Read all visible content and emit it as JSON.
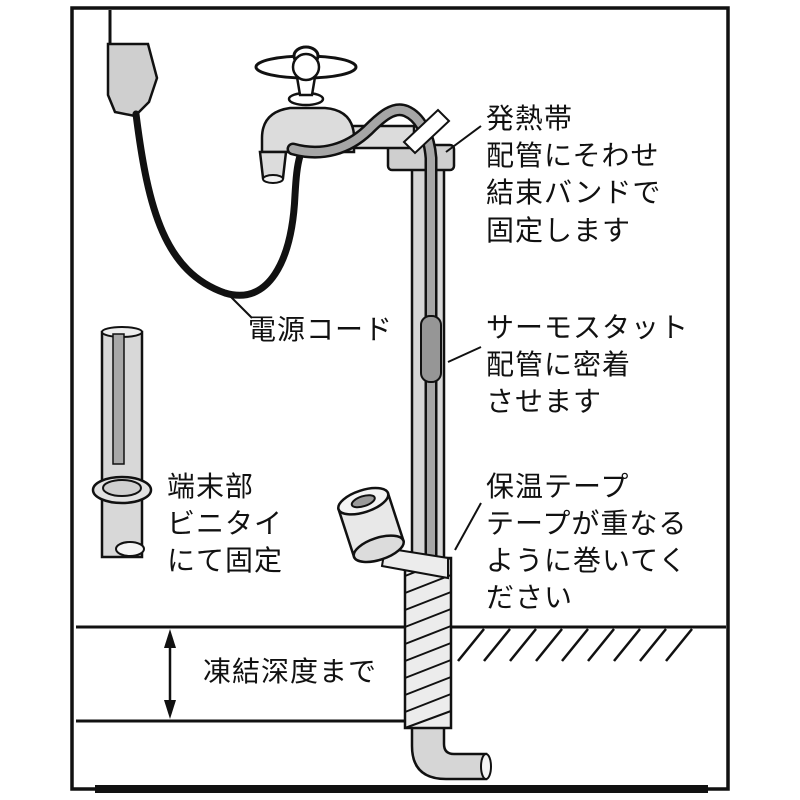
{
  "figure": {
    "type": "installation-instruction-diagram",
    "labels": {
      "heating_band": {
        "line1": "発熱帯",
        "line2": "配管にそわせ",
        "line3": "結束バンドで",
        "line4": "固定します"
      },
      "power_cord": {
        "text": "電源コード"
      },
      "thermostat": {
        "line1": "サーモスタット",
        "line2": "配管に密着",
        "line3": "させます"
      },
      "insulation_tape": {
        "line1": "保温テープ",
        "line2": "テープが重なる",
        "line3": "ように巻いてく",
        "line4": "ださい"
      },
      "terminal_end": {
        "line1": "端末部",
        "line2": "ビニタイ",
        "line3": "にて固定"
      },
      "freeze_depth": {
        "text": "凍結深度まで"
      }
    },
    "colors": {
      "line": "#1a1a1a",
      "pipe_fill": "#d6d6d6",
      "band_fill": "#a6a6a6",
      "thermostat_fill": "#969696",
      "tape_fill": "#ececec",
      "background": "#ffffff"
    }
  }
}
